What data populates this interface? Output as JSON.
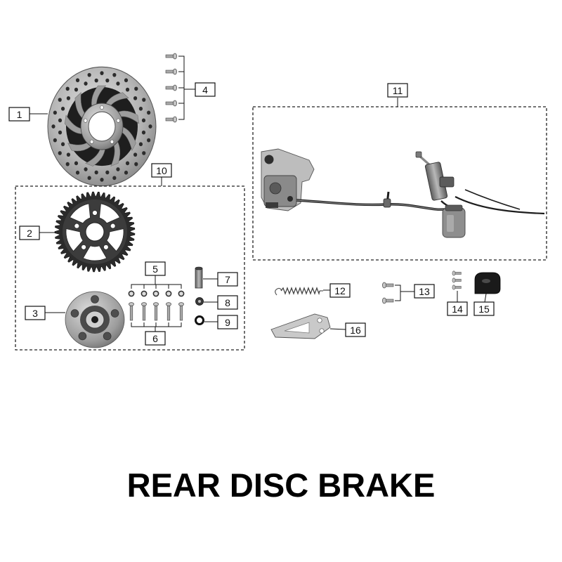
{
  "title": "REAR DISC BRAKE",
  "callouts": [
    "1",
    "2",
    "3",
    "4",
    "5",
    "6",
    "7",
    "8",
    "9",
    "10",
    "11",
    "12",
    "13",
    "14",
    "15",
    "16"
  ],
  "colors": {
    "line": "#111111",
    "metal_light": "#d2d2d2",
    "metal_dark": "#6e6e6e",
    "black_part": "#1e1e1e"
  }
}
